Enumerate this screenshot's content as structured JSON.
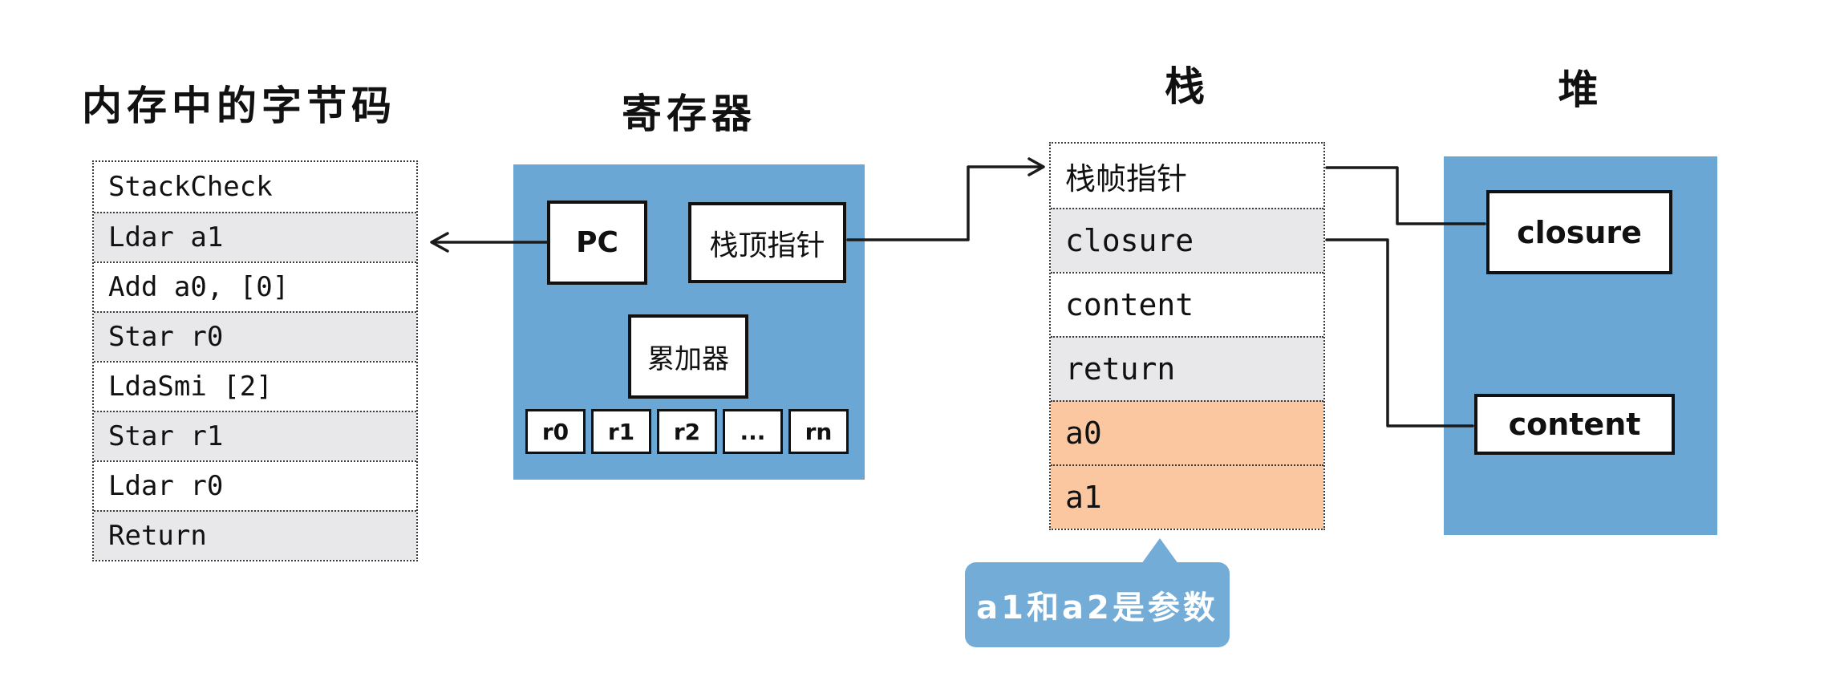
{
  "colors": {
    "panel_blue": "#6ba7d5",
    "callout_blue": "#74acd8",
    "row_gray": "#e8e8ea",
    "row_orange": "#fbc7a0",
    "line": "#1a1a1a"
  },
  "bytecode": {
    "title": "内存中的字节码",
    "rows": [
      {
        "label": "StackCheck",
        "bg": "white"
      },
      {
        "label": "Ldar a1",
        "bg": "gray"
      },
      {
        "label": "Add a0, [0]",
        "bg": "white"
      },
      {
        "label": "Star r0",
        "bg": "gray"
      },
      {
        "label": "LdaSmi [2]",
        "bg": "white"
      },
      {
        "label": "Star r1",
        "bg": "gray"
      },
      {
        "label": "Ldar r0",
        "bg": "white"
      },
      {
        "label": "Return",
        "bg": "gray"
      }
    ]
  },
  "registers": {
    "title": "寄存器",
    "pc_label": "PC",
    "stack_top_pointer_label": "栈顶指针",
    "accumulator_label": "累加器",
    "general_registers": [
      {
        "label": "r0"
      },
      {
        "label": "r1"
      },
      {
        "label": "r2"
      },
      {
        "label": "..."
      },
      {
        "label": "rn"
      }
    ]
  },
  "stack": {
    "title": "栈",
    "rows": [
      {
        "label": "栈帧指针",
        "bg": "white"
      },
      {
        "label": "closure",
        "bg": "gray"
      },
      {
        "label": "content",
        "bg": "white"
      },
      {
        "label": "return",
        "bg": "gray"
      },
      {
        "label": "a0",
        "bg": "orange"
      },
      {
        "label": "a1",
        "bg": "orange"
      }
    ]
  },
  "heap": {
    "title": "堆",
    "boxes": [
      "closure",
      "content"
    ]
  },
  "callout": {
    "text": "a1和a2是参数"
  }
}
